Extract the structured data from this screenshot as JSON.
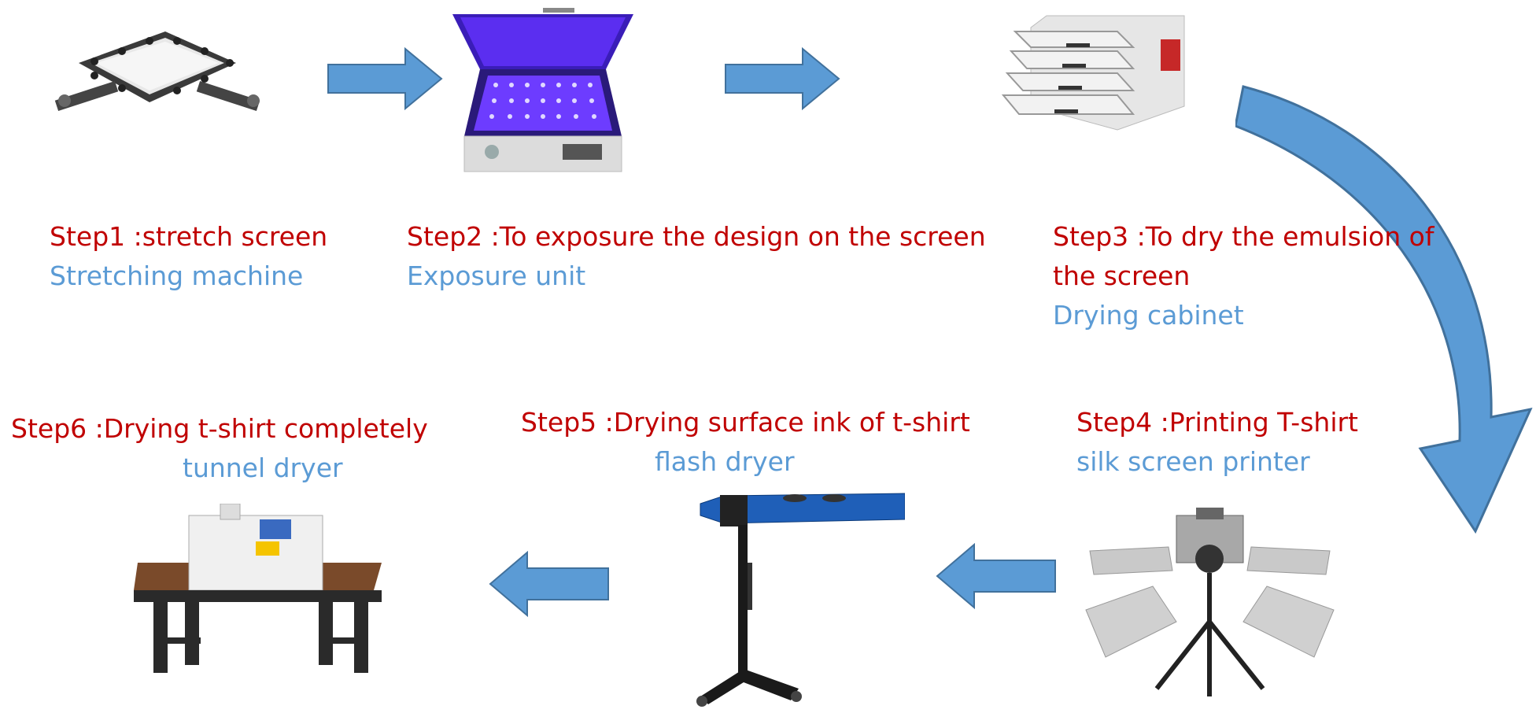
{
  "steps": [
    {
      "step": "Step1 :stretch screen",
      "tool": "Stretching machine"
    },
    {
      "step": "Step2 :To exposure the design on the screen",
      "tool": "Exposure unit"
    },
    {
      "step": "Step3 :To dry the emulsion of",
      "step_line2": "the screen",
      "tool": "Drying cabinet"
    },
    {
      "step": "Step4 :Printing T-shirt",
      "tool": "silk screen printer"
    },
    {
      "step": "Step5 :Drying surface ink of t-shirt",
      "tool": "flash dryer"
    },
    {
      "step": "Step6 :Drying  t-shirt completely",
      "tool": "tunnel dryer"
    }
  ],
  "colors": {
    "step_text": "#c00000",
    "tool_text": "#5b9bd5",
    "arrow": "#5b9bd5",
    "arrow_dark": "#41719c"
  },
  "icons": [
    "stretching-machine-image",
    "exposure-unit-image",
    "drying-cabinet-image",
    "silk-screen-printer-image",
    "flash-dryer-image",
    "tunnel-dryer-image"
  ]
}
